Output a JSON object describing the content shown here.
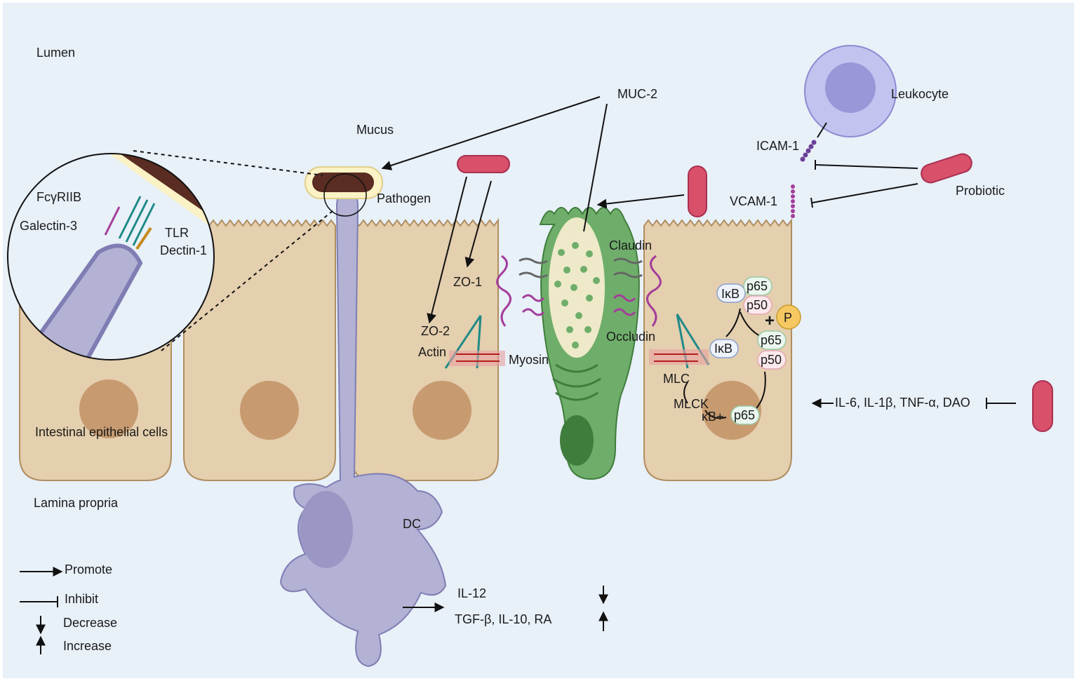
{
  "regions": {
    "lumen": "Lumen",
    "lamina_propria": "Lamina propria",
    "epithelial_cells": "Intestinal epithelial cells"
  },
  "labels": {
    "mucus": "Mucus",
    "pathogen": "Pathogen",
    "muc2": "MUC-2",
    "leukocyte": "Leukocyte",
    "icam1": "ICAM-1",
    "vcam1": "VCAM-1",
    "probiotic": "Probiotic",
    "fcgr": "FcγRIIB",
    "galectin": "Galectin-3",
    "tlr": "TLR",
    "dectin": "Dectin-1",
    "zo1": "ZO-1",
    "zo2": "ZO-2",
    "actin": "Actin",
    "myosin": "Myosin",
    "claudin": "Claudin",
    "occludin": "Occludin",
    "mlc": "MLC",
    "mlck": "MLCK",
    "kb_plus": "κB+",
    "dc": "DC",
    "cytokines": "IL-6, IL-1β, TNF-α, DAO"
  },
  "nfkb": {
    "ikb": "IκB",
    "p65": "p65",
    "p50": "p50",
    "plus": "+",
    "phospho": "P"
  },
  "outputs": {
    "il12": "IL-12",
    "tgf": "TGF-β, IL-10, RA"
  },
  "legend": {
    "promote": "Promote",
    "inhibit": "Inhibit",
    "decrease": "Decrease",
    "increase": "Increase"
  },
  "colors": {
    "background": "#e8f0f8",
    "cell": "#e4cfae",
    "cell_border": "#b08e60",
    "nucleus": "#c79a70",
    "goblet": "#6fae6a",
    "dc": "#b3b1d4",
    "bacteria": "#d9506a",
    "pathogen": "#5a2c22",
    "leukocyte": "#a9a8df"
  }
}
